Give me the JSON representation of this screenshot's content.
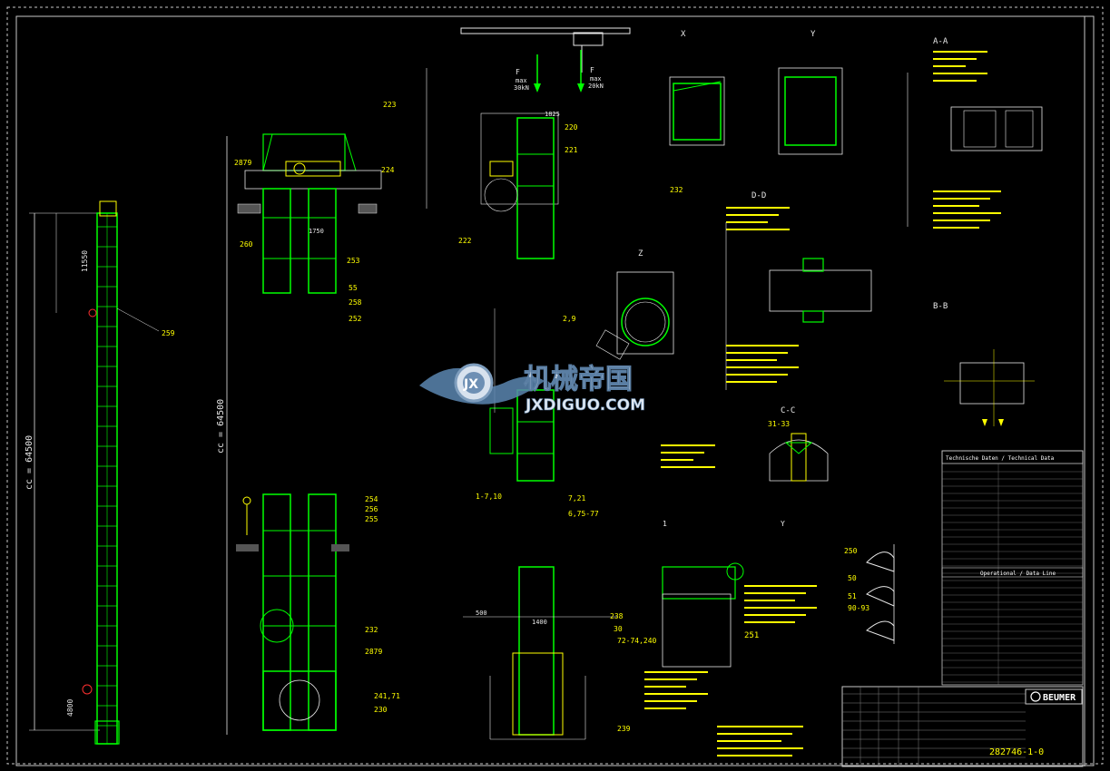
{
  "views": {
    "view_x": "X",
    "view_y": "Y",
    "view_z": "Z",
    "section_aa": "A-A",
    "section_bb": "B-B",
    "section_cc": "C-C",
    "section_dd": "D-D"
  },
  "dims": {
    "overall_cc_left": "cc = 64500",
    "overall_cc_mid": "cc = 64500",
    "height_11550": "11550",
    "height_4800": "4800",
    "dim_1750": "1750",
    "dim_1400": "1400",
    "dim_1825": "1825",
    "dim_500": "500"
  },
  "loads": {
    "force_left_f": "F",
    "force_left_max": "max",
    "force_left_value": "30kN",
    "force_right_f": "F",
    "force_right_max": "max",
    "force_right_value": "20kN"
  },
  "callouts": {
    "c223": "223",
    "c224": "224",
    "c2879_top": "2879",
    "c260": "260",
    "c253": "253",
    "c55": "55",
    "c258": "258",
    "c252": "252",
    "c259": "259",
    "c220": "220",
    "c221": "221",
    "c222": "222",
    "c232_top": "232",
    "c254": "254",
    "c256": "256",
    "c255": "255",
    "c232": "232",
    "c2879": "2879",
    "c241": "241,71",
    "c230": "230",
    "c238": "238",
    "c30": "30",
    "c72": "72-74,240",
    "c239": "239",
    "c29": "2,9",
    "c1710": "1-7,10",
    "c721": "7,21",
    "c675": "6,75-77",
    "c250": "250",
    "c50": "50",
    "c51": "51",
    "c9093": "90-93",
    "c3133": "31-33",
    "c251": "251",
    "label_1": "1",
    "label_y": "Y"
  },
  "watermark": {
    "cn": "机械帝国",
    "en": "JXDIGUO.COM"
  },
  "title_block": {
    "tech_header": "Technische Daten / Technical Data",
    "ops_header": "Operational / Data Line",
    "company": "BEUMER",
    "drawing_no": "282746-1-0"
  },
  "colors": {
    "background": "#000000",
    "structure": "#00ff00",
    "annotation": "#ffff00",
    "text": "#e8e8e8",
    "accent": "#00c8ff",
    "border": "#c8c8c8"
  }
}
